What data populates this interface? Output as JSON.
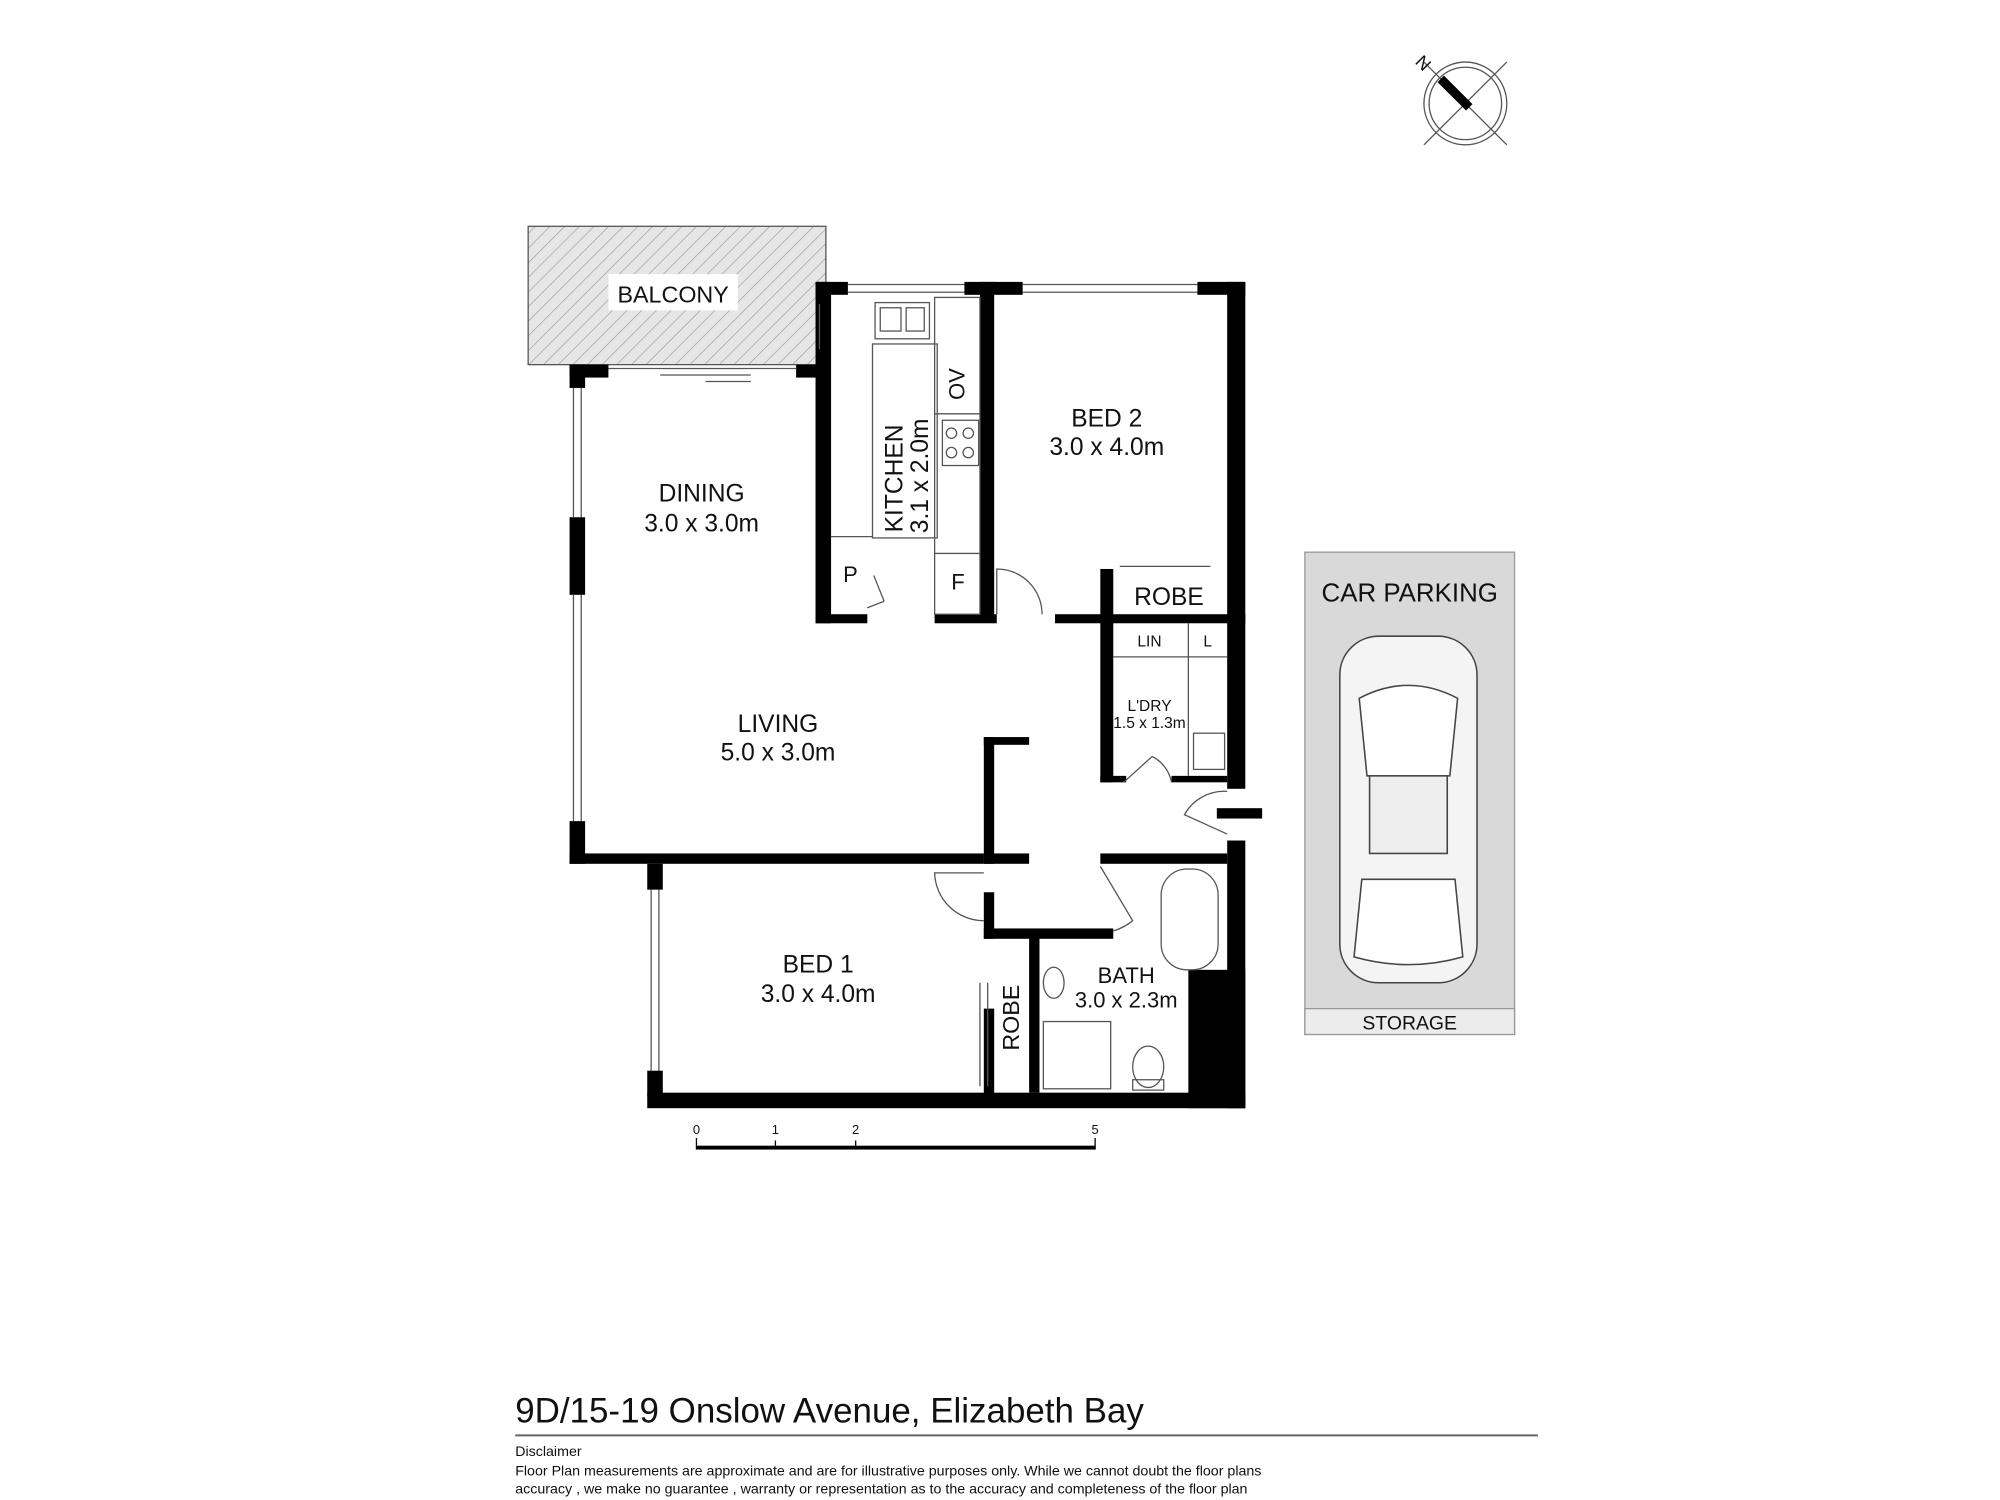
{
  "title": "9D/15-19 Onslow Avenue, Elizabeth Bay",
  "disclaimer": {
    "heading": "Disclaimer",
    "line1": "Floor Plan measurements are approximate and are for illustrative purposes only. While we cannot doubt the floor plans",
    "line2": "accuracy , we make no guarantee , warranty or representation as to the accuracy and completeness of the floor plan"
  },
  "compass": {
    "label": "N"
  },
  "rooms": {
    "balcony": {
      "name": "BALCONY"
    },
    "kitchen": {
      "name": "KITCHEN",
      "size": "3.1 x 2.0m"
    },
    "bed2": {
      "name": "BED 2",
      "size": "3.0 x 4.0m"
    },
    "dining": {
      "name": "DINING",
      "size": "3.0 x 3.0m"
    },
    "living": {
      "name": "LIVING",
      "size": "5.0 x 3.0m"
    },
    "robe2": {
      "name": "ROBE"
    },
    "laundry": {
      "name": "L'DRY",
      "size": "1.5 x 1.3m",
      "lin": "LIN",
      "l": "L"
    },
    "bed1": {
      "name": "BED 1",
      "size": "3.0 x 4.0m"
    },
    "robe1": {
      "name": "ROBE"
    },
    "bath": {
      "name": "BATH",
      "size": "3.0 x 2.3m"
    },
    "parking": {
      "name": "CAR PARKING",
      "storage": "STORAGE"
    }
  },
  "fixtures": {
    "oven": "OV",
    "pantry": "P",
    "fridge": "F"
  },
  "scale": {
    "ticks": [
      "0",
      "1",
      "2",
      "5"
    ]
  },
  "colors": {
    "parking": "#d9d9d9",
    "walls": "#000000"
  }
}
